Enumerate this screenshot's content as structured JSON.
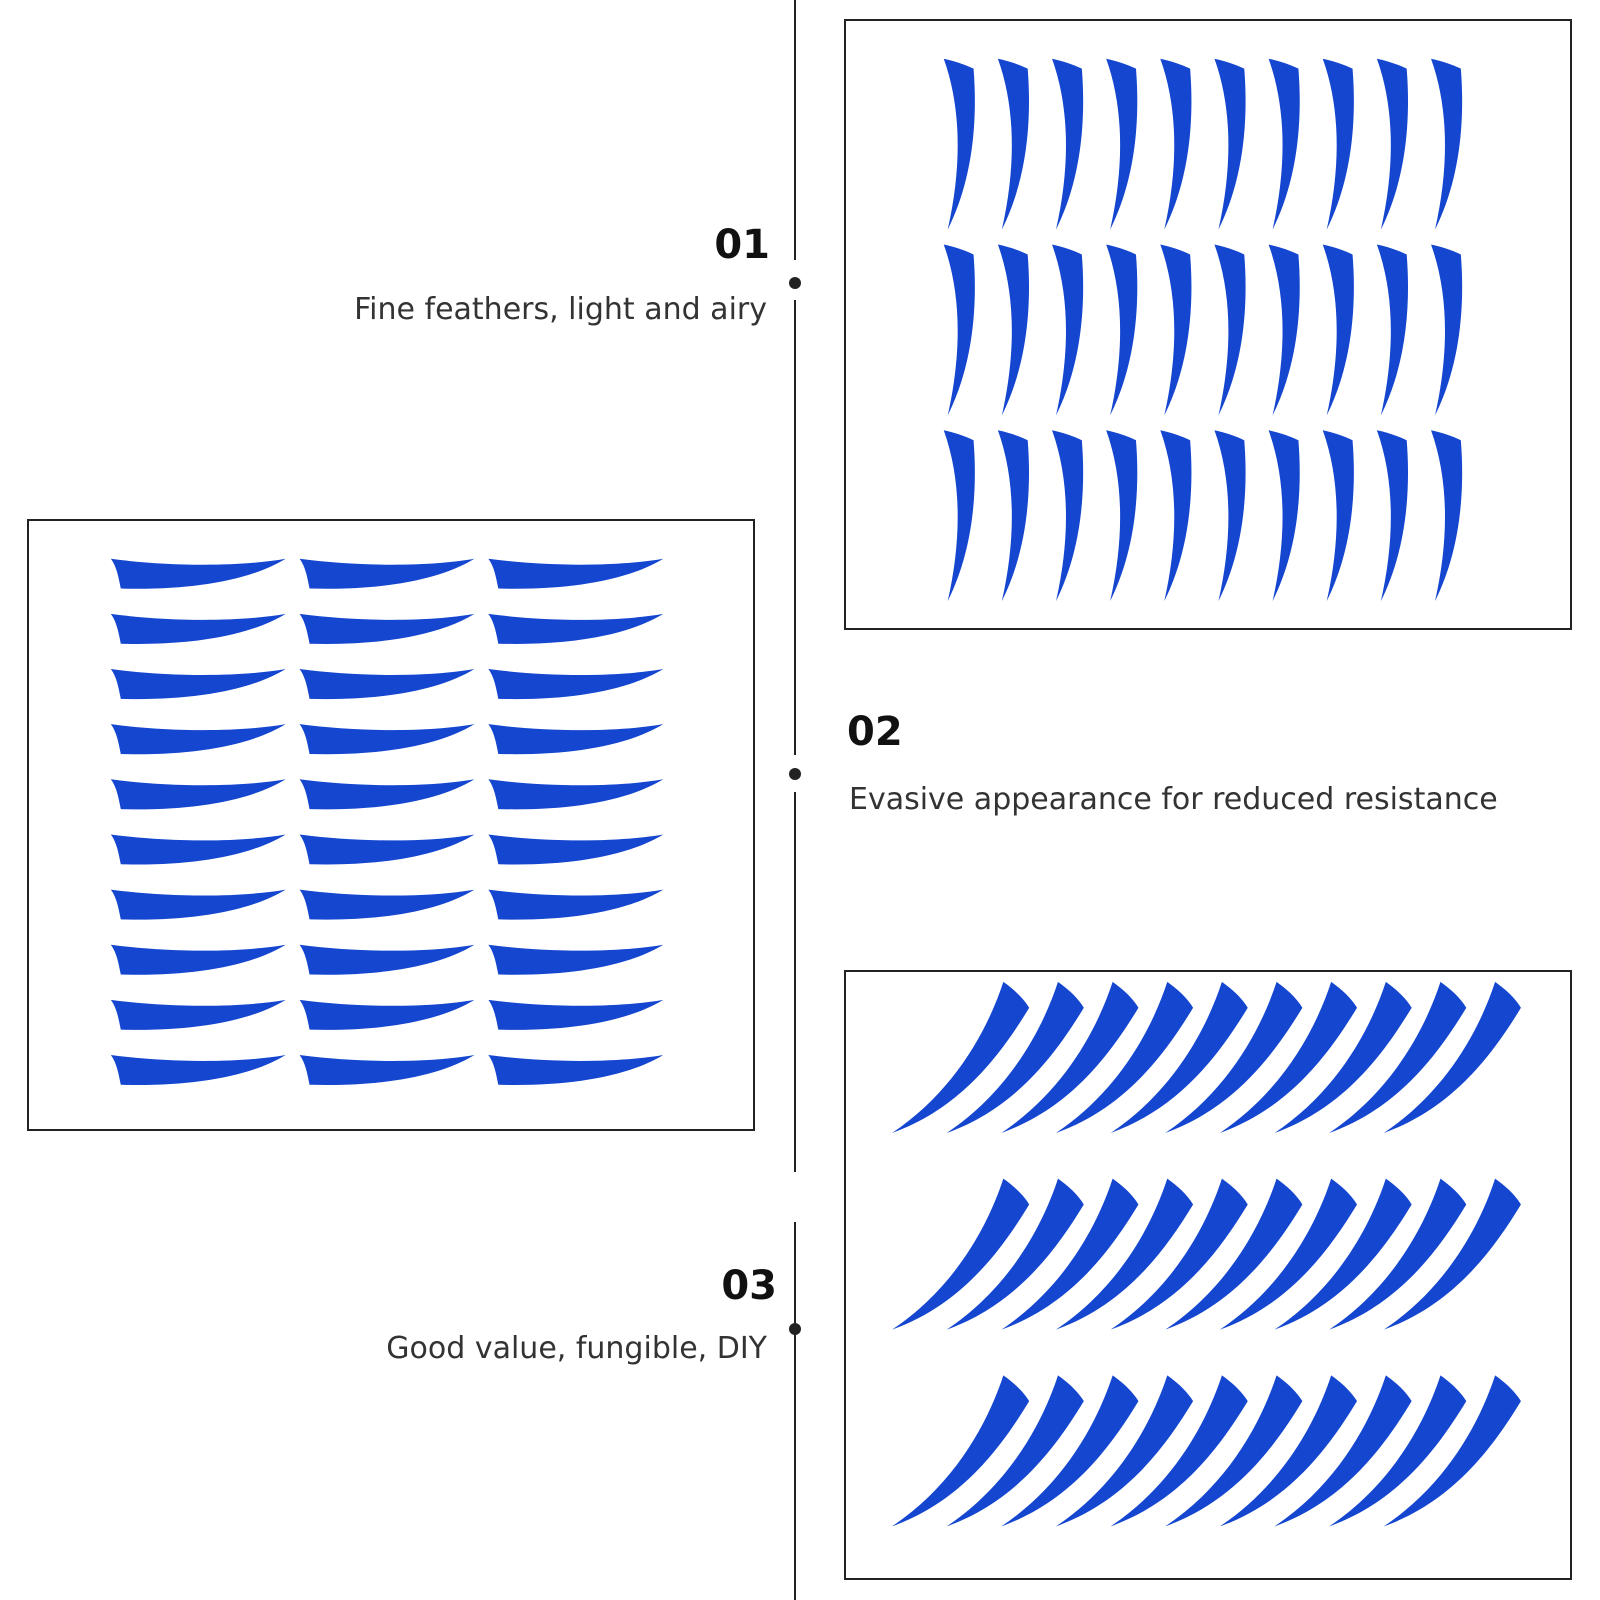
{
  "features": [
    {
      "number": "01",
      "text": "Fine feathers, light and airy"
    },
    {
      "number": "02",
      "text": "Evasive appearance for reduced resistance"
    },
    {
      "number": "03",
      "text": "Good value, fungible, DIY"
    }
  ],
  "colors": {
    "feather": "#1446d0",
    "line": "#222222"
  },
  "images": [
    {
      "name": "feathers-vertical-grid",
      "layout": "3 rows x 10 columns, vertical feathers"
    },
    {
      "name": "feathers-horizontal-grid",
      "layout": "10 rows x 3 columns, horizontal feathers"
    },
    {
      "name": "feathers-diagonal-grid",
      "layout": "3 rows x 10 columns, diagonal curved feathers"
    }
  ]
}
